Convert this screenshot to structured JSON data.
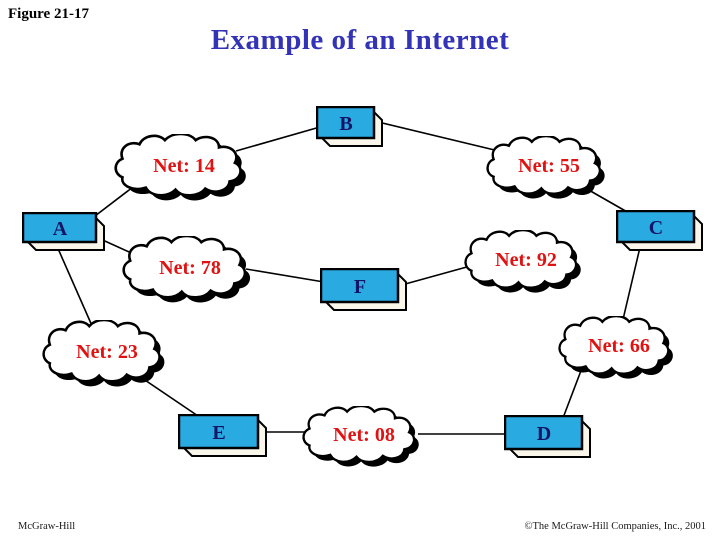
{
  "page": {
    "figure_label": "Figure 21-17",
    "title": "Example of an Internet",
    "footer_left": "McGraw-Hill",
    "footer_right": "©The McGraw-Hill Companies, Inc., 2001"
  },
  "colors": {
    "title": "#3333B8",
    "router_fill": "#29ABE2",
    "router_bevel": "#FAF7EA",
    "router_label": "#141466",
    "network_label": "#E01212",
    "link": "#000000"
  },
  "routers": [
    {
      "id": "A",
      "label": "A"
    },
    {
      "id": "B",
      "label": "B"
    },
    {
      "id": "C",
      "label": "C"
    },
    {
      "id": "D",
      "label": "D"
    },
    {
      "id": "E",
      "label": "E"
    },
    {
      "id": "F",
      "label": "F"
    }
  ],
  "networks": [
    {
      "id": "net14",
      "label": "Net: 14"
    },
    {
      "id": "net55",
      "label": "Net: 55"
    },
    {
      "id": "net78",
      "label": "Net: 78"
    },
    {
      "id": "net92",
      "label": "Net: 92"
    },
    {
      "id": "net23",
      "label": "Net: 23"
    },
    {
      "id": "net66",
      "label": "Net: 66"
    },
    {
      "id": "net08",
      "label": "Net: 08"
    }
  ],
  "connections": [
    {
      "from": "A",
      "to": "Net: 14"
    },
    {
      "from": "Net: 14",
      "to": "B"
    },
    {
      "from": "B",
      "to": "Net: 55"
    },
    {
      "from": "Net: 55",
      "to": "C"
    },
    {
      "from": "A",
      "to": "Net: 78"
    },
    {
      "from": "Net: 78",
      "to": "F"
    },
    {
      "from": "F",
      "to": "Net: 92"
    },
    {
      "from": "C",
      "to": "Net: 66"
    },
    {
      "from": "Net: 66",
      "to": "D"
    },
    {
      "from": "A",
      "to": "Net: 23"
    },
    {
      "from": "Net: 23",
      "to": "E"
    },
    {
      "from": "E",
      "to": "Net: 08"
    },
    {
      "from": "Net: 08",
      "to": "D"
    }
  ]
}
